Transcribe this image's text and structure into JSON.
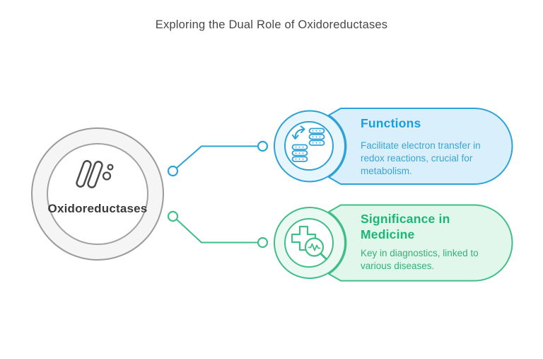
{
  "title": "Exploring the Dual Role of Oxidoreductases",
  "center": {
    "label": "Oxidoreductases",
    "icon": "molecule-icon"
  },
  "branches": [
    {
      "id": "functions",
      "title": "Functions",
      "description": "Facilitate electron transfer in redox reactions, crucial for metabolism.",
      "description_lines": [
        "Facilitate electron transfer in",
        "redox reactions, crucial for",
        "metabolism."
      ],
      "icon": "database-transfer-icon",
      "accent": "#2CA2D8",
      "card_fill": "#D9EFFB",
      "badge_ring_fill": "#E7F5FD",
      "title_color": "#1A9DD9",
      "body_color": "#3AA4D6"
    },
    {
      "id": "significance-in-medicine",
      "title": "Significance in Medicine",
      "title_lines": [
        "Significance in",
        "Medicine"
      ],
      "description": "Key in diagnostics, linked to various diseases.",
      "description_lines": [
        "Key in diagnostics, linked to",
        "various diseases."
      ],
      "icon": "medical-search-icon",
      "accent": "#41BE87",
      "card_fill": "#E2F7EC",
      "badge_ring_fill": "#EAF9F1",
      "title_color": "#1CB674",
      "body_color": "#34B078"
    }
  ],
  "colors": {
    "background": "#FFFFFF",
    "main_title_text": "#484848",
    "center_label_text": "#3A3A3A",
    "center_ring_fill": "#F5F5F5",
    "center_ring_stroke": "#9B9B9B",
    "center_icon_stroke": "#4A4A4A"
  }
}
